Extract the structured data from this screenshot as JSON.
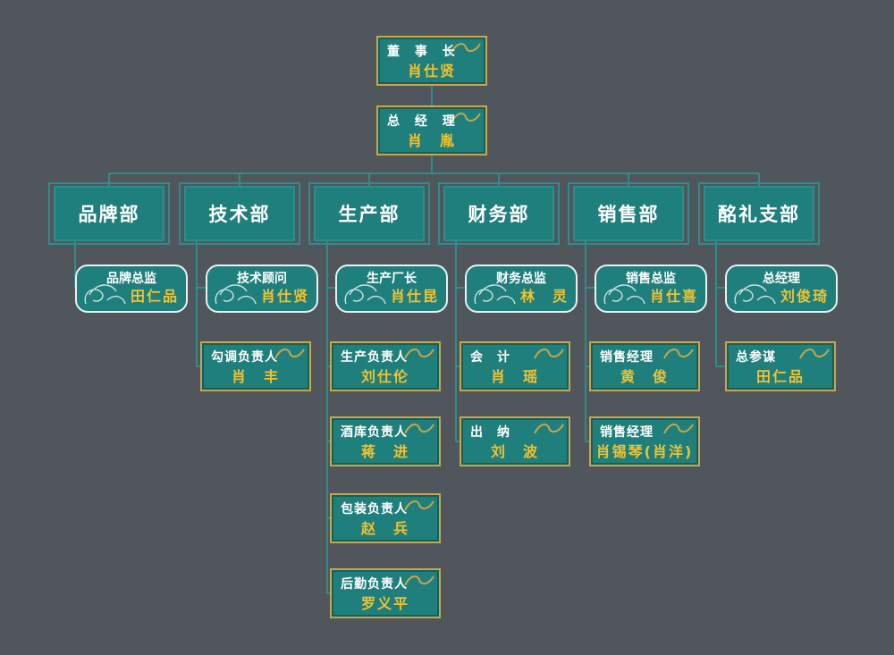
{
  "chairman": {
    "title": "董 事 长",
    "name": "肖仕贤"
  },
  "gm": {
    "title": "总 经 理",
    "name": "肖　胤"
  },
  "departments": [
    {
      "name": "品牌部",
      "lead": {
        "title": "品牌总监",
        "name": "田仁品"
      },
      "members": []
    },
    {
      "name": "技术部",
      "lead": {
        "title": "技术顾问",
        "name": "肖仕贤"
      },
      "members": [
        {
          "title": "勾调负责人",
          "name": "肖　丰"
        }
      ]
    },
    {
      "name": "生产部",
      "lead": {
        "title": "生产厂长",
        "name": "肖仕昆"
      },
      "members": [
        {
          "title": "生产负责人",
          "name": "刘仕伦"
        },
        {
          "title": "酒库负责人",
          "name": "蒋　进"
        },
        {
          "title": "包装负责人",
          "name": "赵　兵"
        },
        {
          "title": "后勤负责人",
          "name": "罗义平"
        }
      ]
    },
    {
      "name": "财务部",
      "lead": {
        "title": "财务总监",
        "name": "林　灵"
      },
      "members": [
        {
          "title": "会　计",
          "name": "肖　瑶"
        },
        {
          "title": "出　纳",
          "name": "刘　波"
        }
      ]
    },
    {
      "name": "销售部",
      "lead": {
        "title": "销售总监",
        "name": "肖仕喜"
      },
      "members": [
        {
          "title": "销售经理",
          "name": "黄　俊"
        },
        {
          "title": "销售经理",
          "name": "肖锡琴(肖洋)"
        }
      ]
    },
    {
      "name": "酩礼支部",
      "lead": {
        "title": "总经理",
        "name": "刘俊琦"
      },
      "members": [
        {
          "title": "总参谋",
          "name": "田仁品"
        }
      ]
    }
  ],
  "colors": {
    "background": "#50565c",
    "card": "#1f7f7c",
    "gold": "#c9a64a",
    "name": "#f2c230",
    "line": "#2b8e8a"
  }
}
